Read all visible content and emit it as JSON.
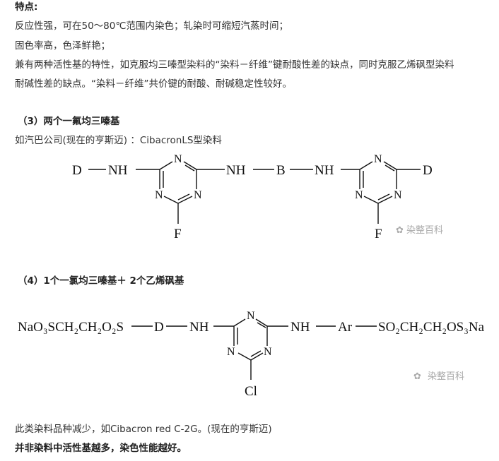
{
  "features": {
    "heading": "特点:",
    "lines": [
      "反应性强，可在50～80℃范围内染色；轧染时可缩短汽蒸时间；",
      "固色率高，色泽鲜艳；",
      "兼有两种活性基的特性，如克服均三嗪型染料的“染料－纤维”键耐酸性差的缺点，同时克服乙烯砜型染料",
      "耐碱性差的缺点。“染料－纤维”共价键的耐酸、耐碱稳定性较好。"
    ]
  },
  "section3": {
    "heading": "（3）两个一氟均三嗪基",
    "example": "如汽巴公司(现在的亨斯迈)  ：CibacronLS型染料",
    "structure": {
      "d_left": "D",
      "nh1": "NH",
      "ring_n": "N",
      "f": "F",
      "nh2": "NH",
      "bridge": "B",
      "nh3": "NH",
      "d_right": "D"
    },
    "watermark": "染整百科"
  },
  "section4": {
    "heading": "（4）1个一氯均三嗪基＋ 2个乙烯砜基",
    "structure": {
      "left_group": "NaO₃SCH₂CH₂O₂S",
      "d": "D",
      "nh1": "NH",
      "ring_n": "N",
      "cl": "Cl",
      "nh2": "NH",
      "ar": "Ar",
      "right_group": "SO₂CH₂CH₂OS₃Na"
    },
    "watermark": "染整百科",
    "note": "此类染料品种减少，如Cibacron red C-2G。(现在的亨斯迈)",
    "conclusion": "并非染料中活性基越多，染色性能越好。"
  }
}
